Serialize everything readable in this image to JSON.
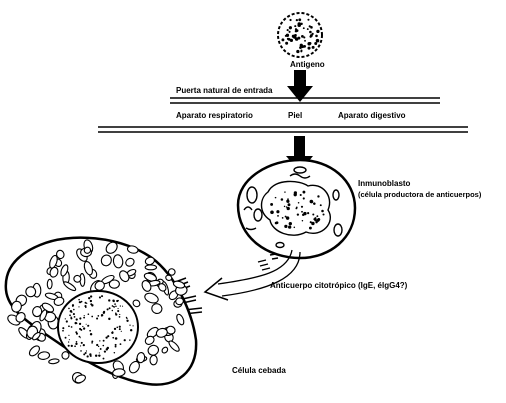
{
  "labels": {
    "antigen": "Antigeno",
    "entry": "Puerta natural de entrada",
    "respiratory": "Aparato respiratorio",
    "skin": "Piel",
    "digestive": "Aparato digestivo",
    "immunoblast": "Inmunoblasto",
    "immunoblast_sub": "(célula productora de anticuerpos)",
    "antibody": "Anticuerpo citotrópico (IgE, élgG4?)",
    "mast_cell": "Célula cebada"
  }
}
